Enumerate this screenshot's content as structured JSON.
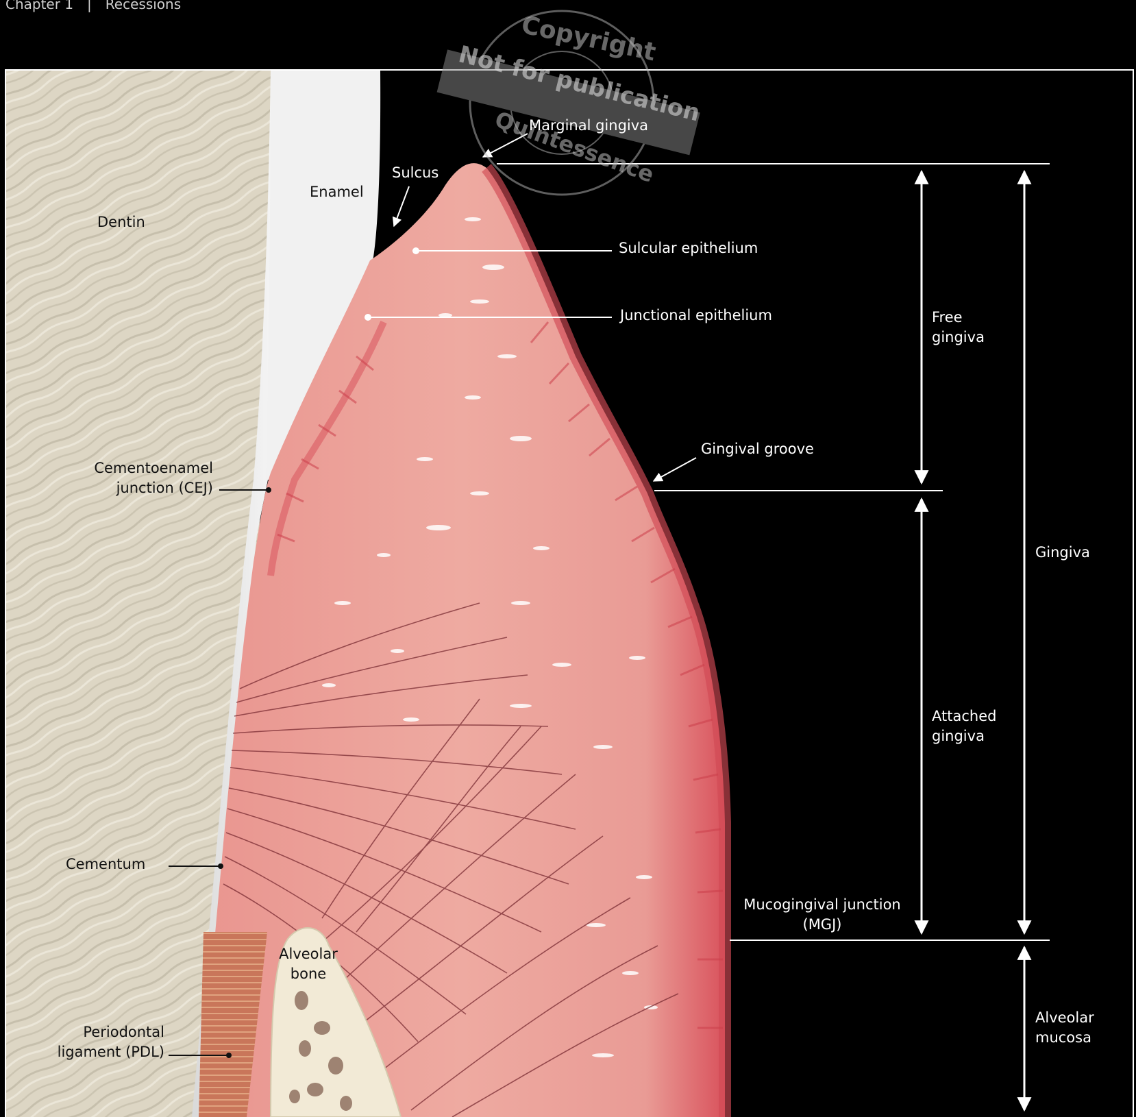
{
  "header": {
    "chapter": "Chapter 1",
    "separator": "|",
    "section": "Recessions"
  },
  "watermark": {
    "top": "Copyright",
    "band": "Not for publication",
    "bottom": "Quintessence"
  },
  "labels": {
    "dentin": "Dentin",
    "enamel": "Enamel",
    "sulcus": "Sulcus",
    "marginal_gingiva": "Marginal gingiva",
    "sulcular_epithelium": "Sulcular epithelium",
    "junctional_epithelium": "Junctional epithelium",
    "cej_line1": "Cementoenamel",
    "cej_line2": "junction (CEJ)",
    "gingival_groove": "Gingival groove",
    "cementum": "Cementum",
    "mgj_line1": "Mucogingival junction",
    "mgj_line2": "(MGJ)",
    "alveolar_bone_line1": "Alveolar",
    "alveolar_bone_line2": "bone",
    "pdl_line1": "Periodontal",
    "pdl_line2": "ligament (PDL)",
    "free_gingiva_line1": "Free",
    "free_gingiva_line2": "gingiva",
    "attached_gingiva_line1": "Attached",
    "attached_gingiva_line2": "gingiva",
    "gingiva": "Gingiva",
    "alveolar_mucosa_line1": "Alveolar",
    "alveolar_mucosa_line2": "mucosa"
  },
  "colors": {
    "background": "#000000",
    "dentin": "#ddd6c4",
    "enamel": "#f2f2f2",
    "gingiva": "#eba59c",
    "gingiva_edge": "#d9535d",
    "bone": "#f2ead6",
    "pdl": "#c9765a",
    "fibers": "#7a2c33"
  }
}
